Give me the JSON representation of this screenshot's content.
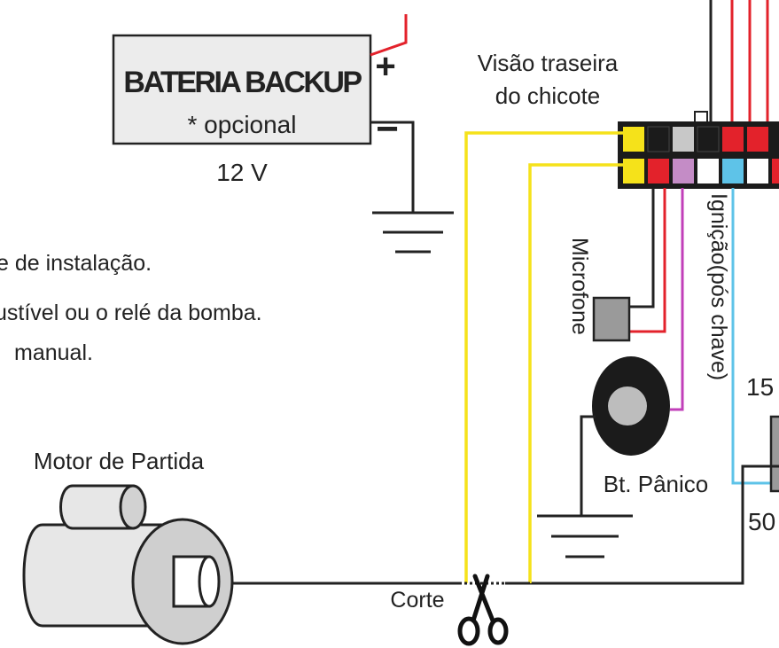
{
  "battery": {
    "title": "BATERIA BACKUP",
    "subtitle": "* opcional",
    "voltage": "12 V",
    "plus": "+",
    "minus": "−"
  },
  "harness": {
    "caption_line1": "Visão traseira",
    "caption_line2": "do chicote"
  },
  "notes": {
    "line1": "e de instalação.",
    "line2": "ustível ou o relé da bomba.",
    "line3": "manual."
  },
  "components": {
    "microphone": "Microfone",
    "ignition": "Ignição(pós chave)",
    "panic_button": "Bt. Pânico",
    "starter_motor": "Motor de Partida",
    "cut": "Corte",
    "relay_top": "15",
    "relay_bottom": "50"
  },
  "colors": {
    "yellow": "#f5e21a",
    "red": "#e3222b",
    "black": "#1b1b1b",
    "lilac": "#c48cc6",
    "blue": "#5ec3e8",
    "gray": "#c8c8c8",
    "magenta": "#c13fb9"
  }
}
